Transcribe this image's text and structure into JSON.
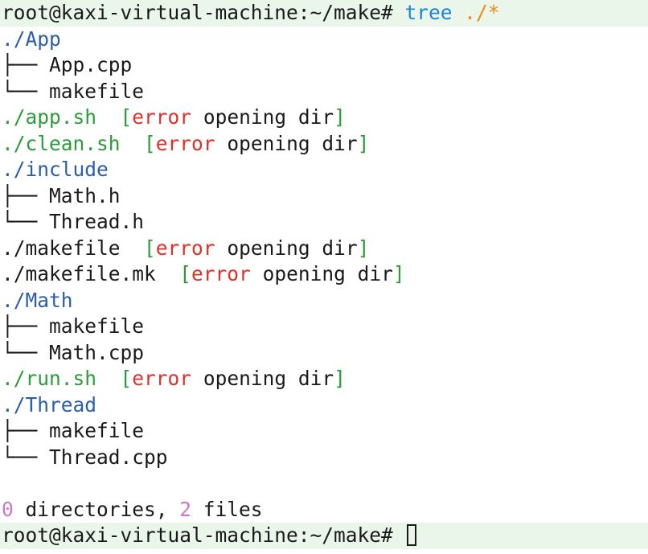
{
  "prompt": "root@kaxi-virtual-machine:~/make# ",
  "command": {
    "name": "tree",
    "arg": "./*"
  },
  "colors": {
    "directory": "#2b5ea8",
    "executable": "#2a9d3a",
    "error": "#e0302a",
    "command": "#1f86d6",
    "argument": "#ee8a12",
    "number": "#cc77cc",
    "prompt_background": "#eaf6ea"
  },
  "output": [
    {
      "kind": "dir",
      "text": "./App"
    },
    {
      "kind": "branch",
      "prefix": "├── ",
      "text": "App.cpp"
    },
    {
      "kind": "branch",
      "prefix": "└── ",
      "text": "makefile"
    },
    {
      "kind": "error",
      "style": "exec",
      "name": "./app.sh",
      "sep": "  ",
      "open": "[",
      "err": "error",
      "msg": " opening dir",
      "close": "]"
    },
    {
      "kind": "error",
      "style": "exec",
      "name": "./clean.sh",
      "sep": "  ",
      "open": "[",
      "err": "error",
      "msg": " opening dir",
      "close": "]"
    },
    {
      "kind": "dir",
      "text": "./include"
    },
    {
      "kind": "branch",
      "prefix": "├── ",
      "text": "Math.h"
    },
    {
      "kind": "branch",
      "prefix": "└── ",
      "text": "Thread.h"
    },
    {
      "kind": "error",
      "style": "plain",
      "name": "./makefile",
      "sep": "  ",
      "open": "[",
      "err": "error",
      "msg": " opening dir",
      "close": "]"
    },
    {
      "kind": "error",
      "style": "plain",
      "name": "./makefile.mk",
      "sep": "  ",
      "open": "[",
      "err": "error",
      "msg": " opening dir",
      "close": "]"
    },
    {
      "kind": "dir",
      "text": "./Math"
    },
    {
      "kind": "branch",
      "prefix": "├── ",
      "text": "makefile"
    },
    {
      "kind": "branch",
      "prefix": "└── ",
      "text": "Math.cpp"
    },
    {
      "kind": "error",
      "style": "exec",
      "name": "./run.sh",
      "sep": "  ",
      "open": "[",
      "err": "error",
      "msg": " opening dir",
      "close": "]"
    },
    {
      "kind": "dir",
      "text": "./Thread"
    },
    {
      "kind": "branch",
      "prefix": "├── ",
      "text": "makefile"
    },
    {
      "kind": "branch",
      "prefix": "└── ",
      "text": "Thread.cpp"
    },
    {
      "kind": "blank"
    },
    {
      "kind": "summary",
      "dirs": "0",
      "dirs_label": " directories, ",
      "files": "2",
      "files_label": " files"
    }
  ]
}
